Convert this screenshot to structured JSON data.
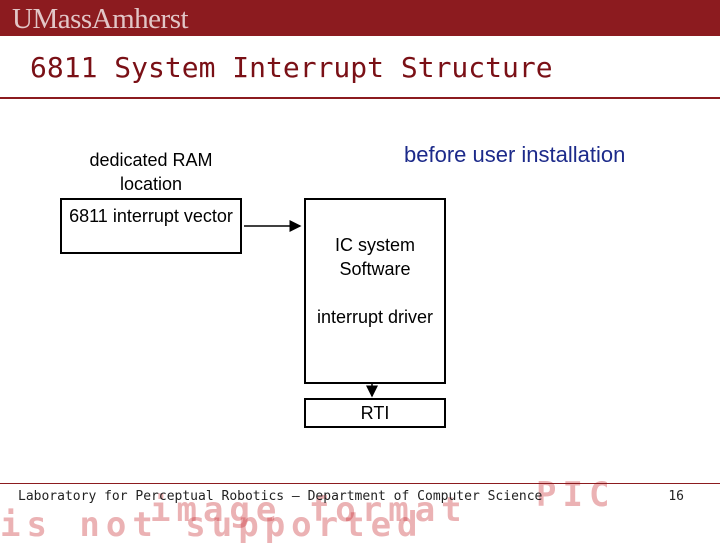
{
  "header": {
    "logo_text": "UMassAmherst",
    "title": "6811 System Interrupt Structure"
  },
  "diagram": {
    "ram_label": "dedicated RAM location",
    "vector_box": "6811 interrupt vector",
    "caption": "before user installation",
    "software_label": "IC system Software",
    "driver_label": "interrupt driver",
    "rti_label": "RTI"
  },
  "footer": {
    "text": "Laboratory for Perceptual Robotics – Department of Computer Science",
    "page": "16"
  },
  "watermark": {
    "line1": "image format",
    "line2": "is not supported",
    "fragment": "PIC"
  }
}
